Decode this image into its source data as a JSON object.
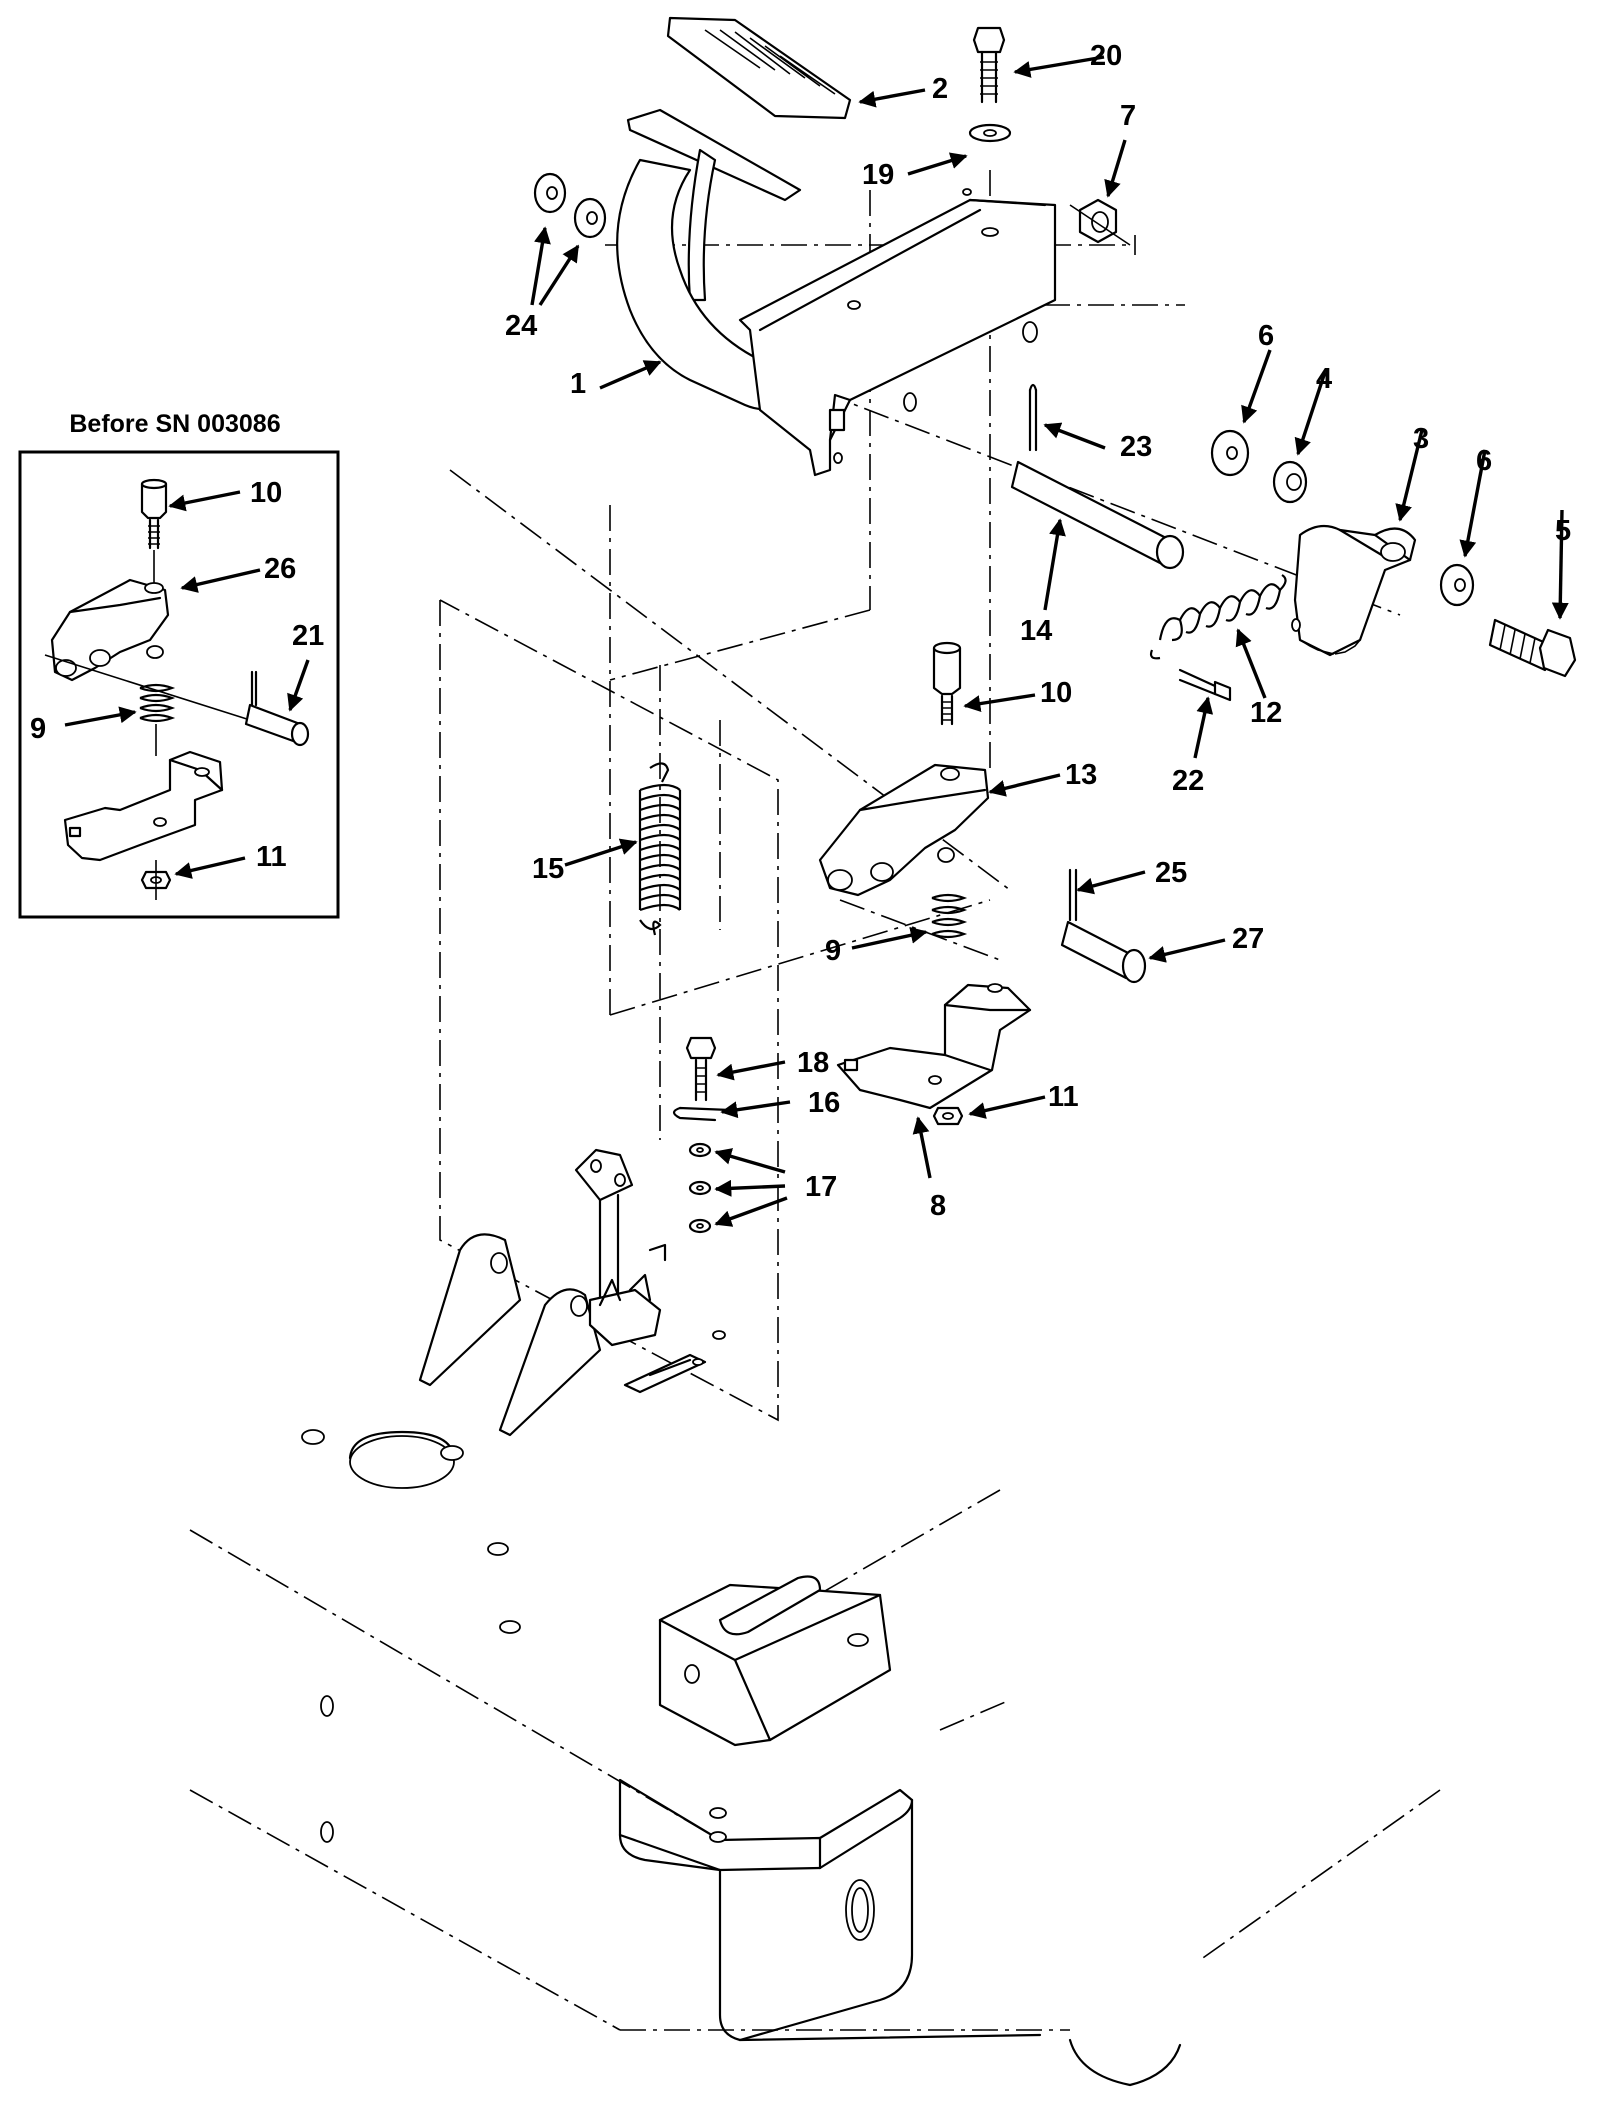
{
  "inset": {
    "title": "Before SN 003086",
    "callouts": [
      {
        "id": "i10",
        "label": "10"
      },
      {
        "id": "i26",
        "label": "26"
      },
      {
        "id": "i21",
        "label": "21"
      },
      {
        "id": "i9",
        "label": "9"
      },
      {
        "id": "i11",
        "label": "11"
      }
    ]
  },
  "callouts": [
    {
      "id": "c1",
      "label": "1"
    },
    {
      "id": "c2",
      "label": "2"
    },
    {
      "id": "c3",
      "label": "3"
    },
    {
      "id": "c4",
      "label": "4"
    },
    {
      "id": "c5",
      "label": "5"
    },
    {
      "id": "c6a",
      "label": "6"
    },
    {
      "id": "c6b",
      "label": "6"
    },
    {
      "id": "c7",
      "label": "7"
    },
    {
      "id": "c8",
      "label": "8"
    },
    {
      "id": "c9",
      "label": "9"
    },
    {
      "id": "c10",
      "label": "10"
    },
    {
      "id": "c11",
      "label": "11"
    },
    {
      "id": "c12",
      "label": "12"
    },
    {
      "id": "c13",
      "label": "13"
    },
    {
      "id": "c14",
      "label": "14"
    },
    {
      "id": "c15",
      "label": "15"
    },
    {
      "id": "c16",
      "label": "16"
    },
    {
      "id": "c17",
      "label": "17"
    },
    {
      "id": "c18",
      "label": "18"
    },
    {
      "id": "c19",
      "label": "19"
    },
    {
      "id": "c20",
      "label": "20"
    },
    {
      "id": "c22",
      "label": "22"
    },
    {
      "id": "c23",
      "label": "23"
    },
    {
      "id": "c24",
      "label": "24"
    },
    {
      "id": "c25",
      "label": "25"
    },
    {
      "id": "c27",
      "label": "27"
    }
  ]
}
